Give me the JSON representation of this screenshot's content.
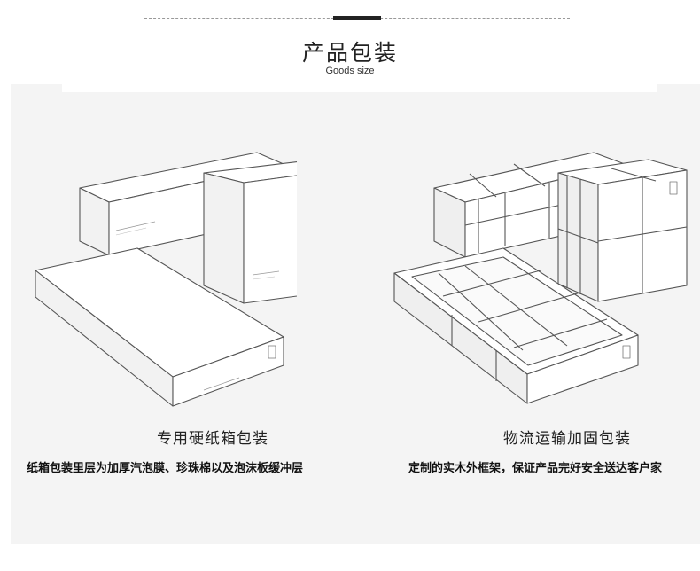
{
  "header": {
    "title": "产品包装",
    "subtitle": "Goods size"
  },
  "packages": [
    {
      "caption": "专用硬纸箱包装",
      "description": "纸箱包装里层为加厚汽泡膜、珍珠棉以及泡沫板缓冲层"
    },
    {
      "caption": "物流运输加固包装",
      "description": "定制的实木外框架，保证产品完好安全送达客户家"
    }
  ],
  "colors": {
    "panel": "#f4f4f4",
    "line": "#555555",
    "accent": "#222222"
  }
}
